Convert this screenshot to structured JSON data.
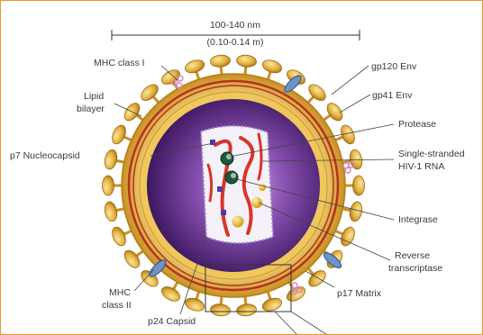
{
  "scale": {
    "line1": "100-140 nm",
    "line2": "(0.10-0.14 m)"
  },
  "labels": {
    "mhc_class_1": "MHC class I",
    "lipid_bilayer_1": "Lipid",
    "lipid_bilayer_2": "bilayer",
    "p7_nucleocapsid": "p7 Nucleocapsid",
    "mhc_class_2_1": "MHC",
    "mhc_class_2_2": "class II",
    "p24_capsid": "p24 Capsid",
    "gp120_env": "gp120 Env",
    "gp41_env": "gp41 Env",
    "protease": "Protease",
    "rna_1": "Single-stranded",
    "rna_2": "HIV-1 RNA",
    "integrase": "Integrase",
    "reverse_transcriptase_1": "Reverse",
    "reverse_transcriptase_2": "transcriptase",
    "p17_matrix": "p17 Matrix"
  },
  "colors": {
    "frame_border": "#e89a2c",
    "envelope_gold": "#e0a93a",
    "spike_gold": "#d9a530",
    "lipid_red": "#b3331f",
    "interior_purple": "#5b2a86",
    "capsid_white": "#f4f1f8",
    "rna_red": "#d7362b",
    "mhc_blue": "#6f93c9",
    "mhc1_pink": "#d88ab8"
  }
}
